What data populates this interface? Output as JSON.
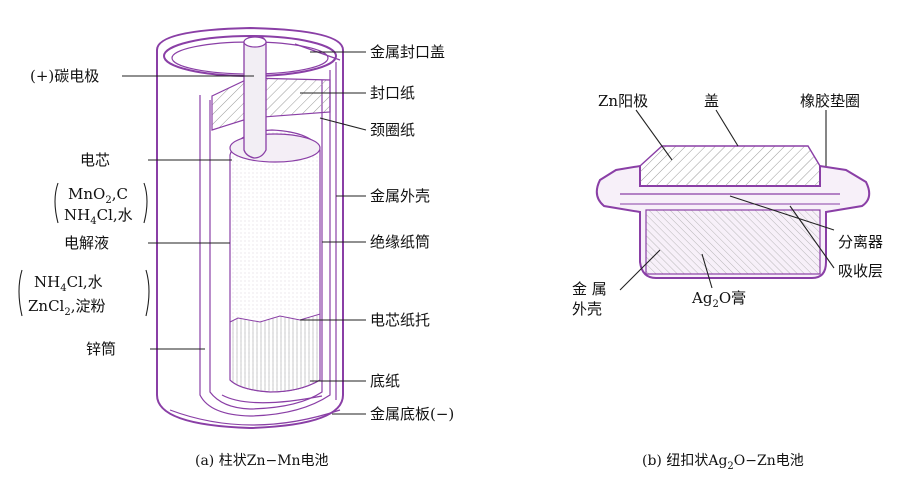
{
  "figure_a": {
    "labels": {
      "carbon_rod": "(+)碳电极",
      "core": "电芯",
      "core_formula_1": "MnO",
      "core_formula_1_sub": "2",
      "core_formula_1_tail": ",C",
      "core_formula_2": "NH",
      "core_formula_2_sub": "4",
      "core_formula_2_tail": "Cl,水",
      "electrolyte": "电解液",
      "electrolyte_formula_1": "NH",
      "electrolyte_formula_1_sub": "4",
      "electrolyte_formula_1_tail": "Cl,水",
      "electrolyte_formula_2": "ZnCl",
      "electrolyte_formula_2_sub": "2",
      "electrolyte_formula_2_tail": ",淀粉",
      "zinc_can": "锌筒",
      "metal_cap": "金属封口盖",
      "seal_paper": "封口纸",
      "neck_paper": "颈圈纸",
      "metal_shell": "金属外壳",
      "insulating_tube": "绝缘纸筒",
      "core_tray": "电芯纸托",
      "bottom_paper": "底纸",
      "metal_bottom": "金属底板(−)"
    },
    "caption": "(a) 柱状Zn−Mn电池"
  },
  "figure_b": {
    "labels": {
      "zn_anode": "Zn阳极",
      "lid": "盖",
      "rubber_gasket": "橡胶垫圈",
      "separator": "分离器",
      "absorber": "吸收层",
      "metal_shell_1": "金 属",
      "metal_shell_2": "外壳",
      "ag2o_paste": "Ag",
      "ag2o_paste_sub": "2",
      "ag2o_paste_tail": "O膏"
    },
    "caption_pre": "(b) 纽扣状Ag",
    "caption_sub": "2",
    "caption_post": "O−Zn电池"
  },
  "colors": {
    "outline": "#8a3fa6",
    "fill": "#f6eef8",
    "hatch": "#9a9a9a",
    "text": "#111111"
  }
}
